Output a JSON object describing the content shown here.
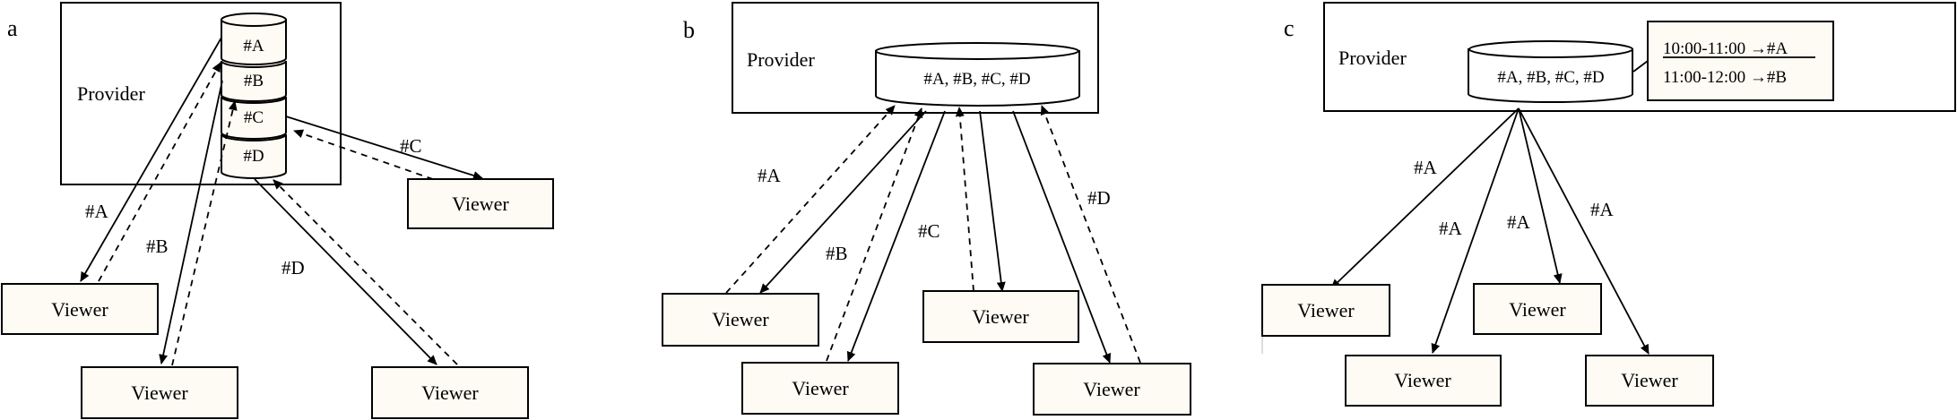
{
  "figure": {
    "panels": [
      {
        "id": "a",
        "label": "a",
        "provider_label": "Provider",
        "db_segments": [
          "#A",
          "#B",
          "#C",
          "#D"
        ],
        "viewer_label": "Viewer",
        "edges": [
          {
            "content": "#A",
            "label": "#A"
          },
          {
            "content": "#B",
            "label": "#B"
          },
          {
            "content": "#C",
            "label": "#C"
          },
          {
            "content": "#D",
            "label": "#D"
          }
        ]
      },
      {
        "id": "b",
        "label": "b",
        "provider_label": "Provider",
        "db_label": "#A, #B, #C, #D",
        "viewer_label": "Viewer",
        "edges": [
          {
            "content": "#A",
            "label": "#A"
          },
          {
            "content": "#B",
            "label": "#B"
          },
          {
            "content": "#C",
            "label": "#C"
          },
          {
            "content": "#D",
            "label": "#D"
          }
        ]
      },
      {
        "id": "c",
        "label": "c",
        "provider_label": "Provider",
        "db_label": "#A, #B, #C, #D",
        "schedule": [
          "10:00-11:00 →#A",
          "11:00-12:00 →#B"
        ],
        "viewer_label": "Viewer",
        "edges": [
          {
            "content": "#A",
            "label": "#A"
          },
          {
            "content": "#A",
            "label": "#A"
          },
          {
            "content": "#A",
            "label": "#A"
          },
          {
            "content": "#A",
            "label": "#A"
          }
        ]
      }
    ]
  }
}
